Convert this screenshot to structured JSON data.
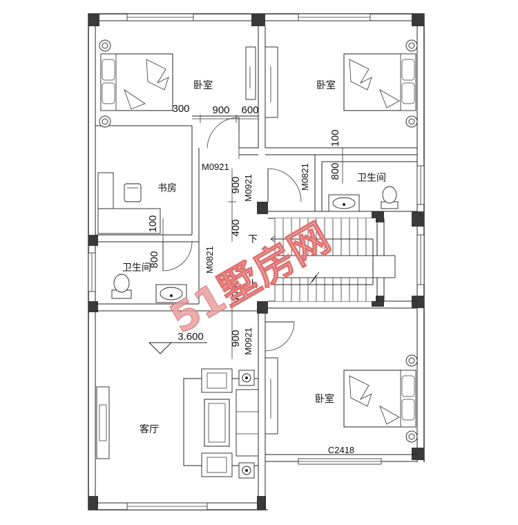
{
  "rooms": {
    "bedroom_nw": "卧室",
    "bedroom_ne": "卧室",
    "study": "书房",
    "bath_ne": "卫生间",
    "bath_w": "卫生间",
    "bedroom_se": "卧室",
    "living": "客厅"
  },
  "dimensions": {
    "d300": "300",
    "d900": "900",
    "d600": "600",
    "d100_ne": "100",
    "d800_ne": "800",
    "d900_door": "900",
    "d100_study": "100",
    "d400_top": "400",
    "d800_w": "800",
    "d400_bot": "400",
    "d900_door2": "900"
  },
  "door_codes": {
    "m0921_a": "M0921",
    "m0921_b": "M0921",
    "m0821_ne": "M0821",
    "m0821_w": "M0821",
    "m0921_c": "M0921"
  },
  "window_code": "C2418",
  "stairs": {
    "down": "下",
    "up": "上"
  },
  "elevation": "3.600",
  "watermark": "51墅房网"
}
